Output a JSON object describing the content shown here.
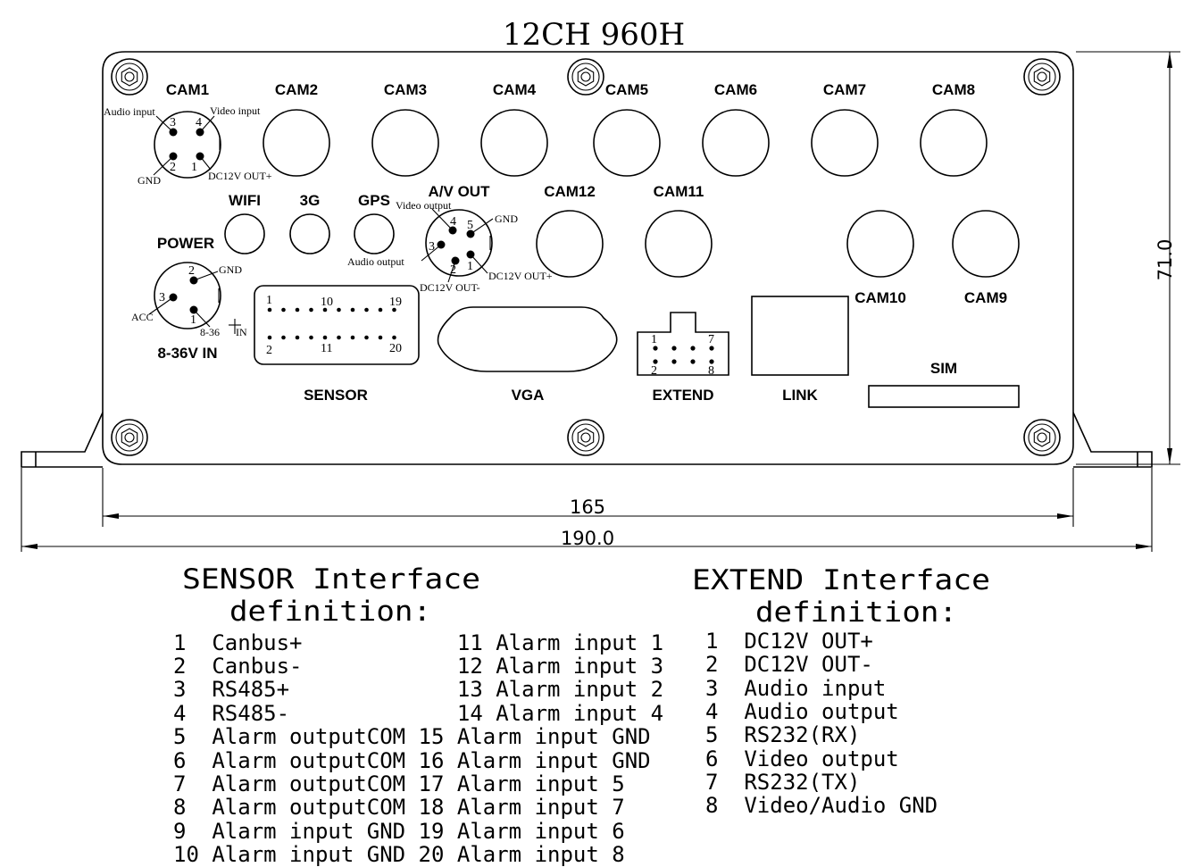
{
  "title": "12CH 960H",
  "dimensions": {
    "inner_width": "165",
    "outer_width": "190.0",
    "height": "71.0"
  },
  "labels": {
    "cam1": "CAM1",
    "cam2": "CAM2",
    "cam3": "CAM3",
    "cam4": "CAM4",
    "cam5": "CAM5",
    "cam6": "CAM6",
    "cam7": "CAM7",
    "cam8": "CAM8",
    "cam9": "CAM9",
    "cam10": "CAM10",
    "cam11": "CAM11",
    "cam12": "CAM12",
    "wifi": "WIFI",
    "g3": "3G",
    "gps": "GPS",
    "av_out": "A/V OUT",
    "power": "POWER",
    "power_in": "8-36V IN",
    "sensor": "SENSOR",
    "vga": "VGA",
    "extend": "EXTEND",
    "link": "LINK",
    "sim": "SIM"
  },
  "cam1_pins": {
    "audio_input": "Audio input",
    "video_input": "Video input",
    "gnd": "GND",
    "dc12v_out_plus": "DC12V OUT+",
    "p1": "1",
    "p2": "2",
    "p3": "3",
    "p4": "4"
  },
  "av_out_pins": {
    "video_output": "Video output",
    "gnd": "GND",
    "audio_output": "Audio output",
    "dc12v_out_minus": "DC12V OUT-",
    "dc12v_out_plus": "DC12V OUT+",
    "p1": "1",
    "p2": "2",
    "p3": "3",
    "p4": "4",
    "p5": "5"
  },
  "power_pins": {
    "gnd": "GND",
    "acc": "ACC",
    "v": "8-36",
    "in": "IN",
    "p1": "1",
    "p2": "2",
    "p3": "3"
  },
  "sensor_pins": {
    "p1": "1",
    "p10": "10",
    "p19": "19",
    "p2": "2",
    "p11": "11",
    "p20": "20"
  },
  "extend_pins": {
    "p1": "1",
    "p7": "7",
    "p2": "2",
    "p8": "8"
  },
  "sensor_table": {
    "heading1": "SENSOR Interface",
    "heading2": "definition:",
    "rows": [
      "1  Canbus+            11 Alarm input 1",
      "2  Canbus-            12 Alarm input 3",
      "3  RS485+             13 Alarm input 2",
      "4  RS485-             14 Alarm input 4",
      "5  Alarm outputCOM 15 Alarm input GND",
      "6  Alarm outputCOM 16 Alarm input GND",
      "7  Alarm outputCOM 17 Alarm input 5",
      "8  Alarm outputCOM 18 Alarm input 7",
      "9  Alarm input GND 19 Alarm input 6",
      "10 Alarm input GND 20 Alarm input 8"
    ]
  },
  "extend_table": {
    "heading1": "EXTEND Interface",
    "heading2": "definition:",
    "rows": [
      "1  DC12V OUT+",
      "2  DC12V OUT-",
      "3  Audio input",
      "4  Audio output",
      "5  RS232(RX)",
      "6  Video output",
      "7  RS232(TX)",
      "8  Video/Audio GND"
    ]
  }
}
